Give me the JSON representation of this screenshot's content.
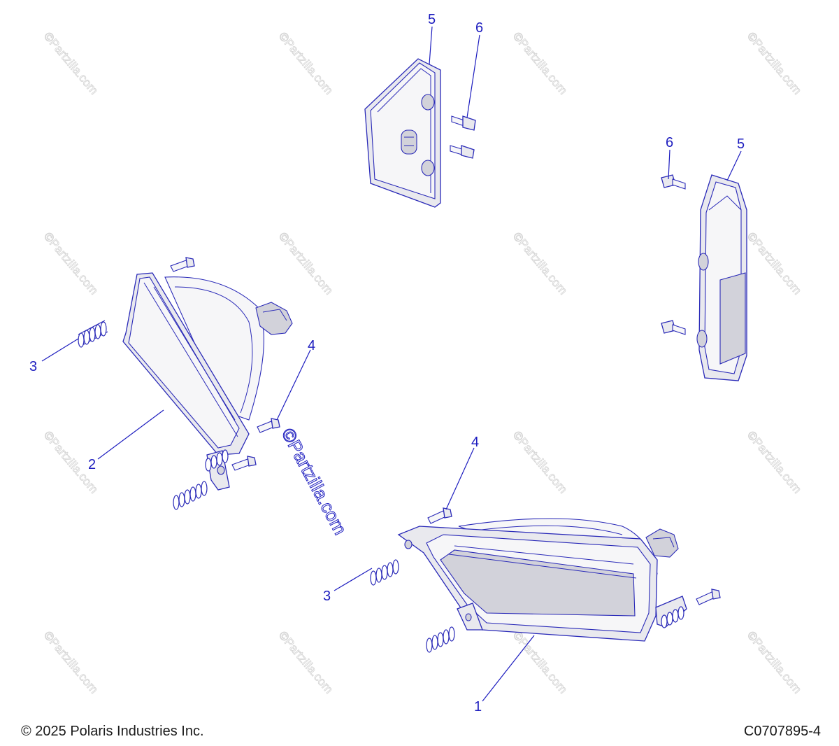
{
  "callouts": {
    "c1": "1",
    "c2": "2",
    "c3a": "3",
    "c3b": "3",
    "c4a": "4",
    "c4b": "4",
    "c5a": "5",
    "c5b": "5",
    "c6a": "6",
    "c6b": "6"
  },
  "watermark": {
    "text": "©Partzilla.com",
    "center_text": "©Partzilla.com"
  },
  "footer": {
    "copyright": "© 2025 Polaris Industries Inc.",
    "code": "C0707895-4"
  },
  "colors": {
    "line": "#2a2ab8",
    "callout": "#1d1dbf",
    "watermark": "#d4d4d4"
  }
}
